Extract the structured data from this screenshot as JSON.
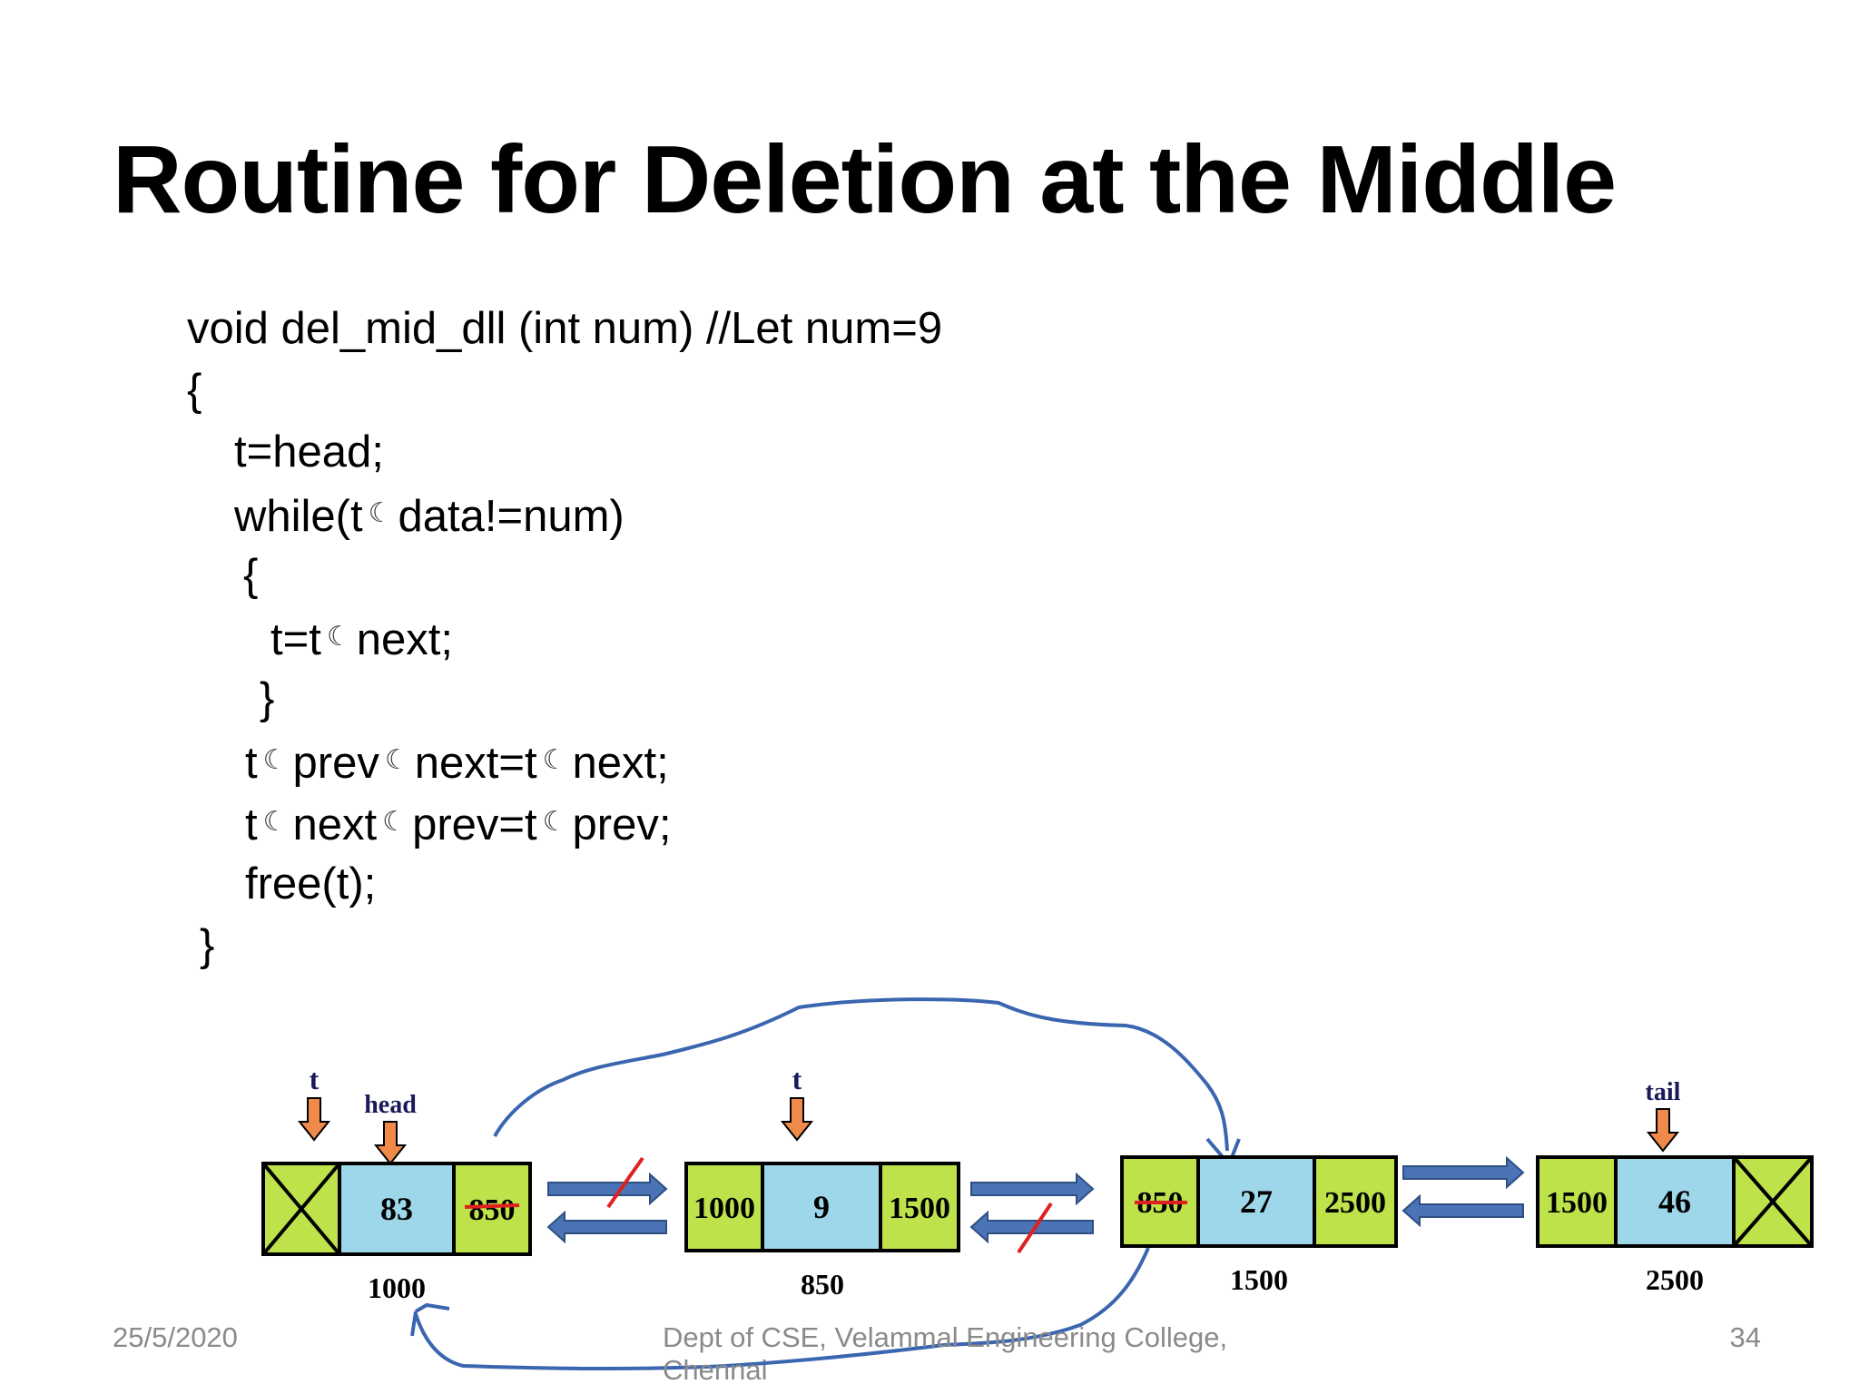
{
  "slide": {
    "title": "Routine for Deletion at the Middle"
  },
  "code": {
    "lines": [
      {
        "text": "void del_mid_dll (int num) //Let num=9"
      },
      {
        "text": "{"
      },
      {
        "text": "t=head;"
      },
      {
        "parts": [
          "while(t",
          "data!=num)"
        ]
      },
      {
        "text": "{"
      },
      {
        "parts": [
          "t=t",
          "next;"
        ]
      },
      {
        "text": "}"
      },
      {
        "parts": [
          "t",
          "prev",
          "next=t",
          "next;"
        ]
      },
      {
        "parts": [
          "t",
          "next",
          "prev=t",
          "prev;"
        ]
      },
      {
        "text": "free(t);"
      },
      {
        "text": "}"
      }
    ],
    "arrow_symbol": "☾"
  },
  "diagram": {
    "nodes": [
      {
        "prev": "",
        "data": "83",
        "next": "850",
        "address": "1000",
        "prev_null": true,
        "next_crossed": true
      },
      {
        "prev": "1000",
        "data": "9",
        "next": "1500",
        "address": "850"
      },
      {
        "prev": "850",
        "data": "27",
        "next": "2500",
        "address": "1500",
        "prev_crossed": true
      },
      {
        "prev": "1500",
        "data": "46",
        "next": "",
        "address": "2500",
        "next_null": true
      }
    ],
    "pointers": {
      "t_first": "t",
      "head": "head",
      "t_second": "t",
      "tail": "tail"
    },
    "colors": {
      "pointer_field": "#bde24a",
      "data_field": "#9ed6ea",
      "link_arrow": "#4a74b5",
      "pointer_arrow": "#f08a4b",
      "strike": "#e02020",
      "annotation": "#3a66b0"
    }
  },
  "footer": {
    "date": "25/5/2020",
    "dept_line1": "Dept of CSE, Velammal Engineering College,",
    "dept_line2": "Chennai",
    "page": "34"
  }
}
